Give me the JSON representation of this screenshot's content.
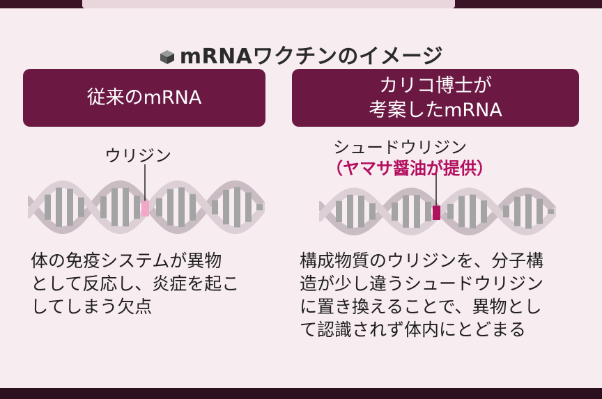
{
  "title": "mRNAワクチンのイメージ",
  "left": {
    "header": "従来のmRNA",
    "label": "ウリジン",
    "description_lines": [
      "体の免疫システムが異物",
      "として反応し、炎症を起こ",
      "してしまう欠点"
    ]
  },
  "right": {
    "header_lines": [
      "カリコ博士が",
      "考案したmRNA"
    ],
    "label": "シュードウリジン",
    "label_sub": "（ヤマサ醤油が提供）",
    "description_lines": [
      "構成物質のウリジンを、分子構",
      "造が少し違うシュードウリジン",
      "に置き換えることで、異物とし",
      "て認識されず体内にとどまる"
    ]
  },
  "colors": {
    "header_bg": "#6b1943",
    "panel_bg": "#f7ecf0",
    "uridine": "#f2a6c8",
    "pseudouridine": "#b0125e",
    "accent_text": "#b30f5e",
    "bar_gray": "#8e8e8e"
  },
  "icons": {
    "title_icon": "cube-icon"
  }
}
